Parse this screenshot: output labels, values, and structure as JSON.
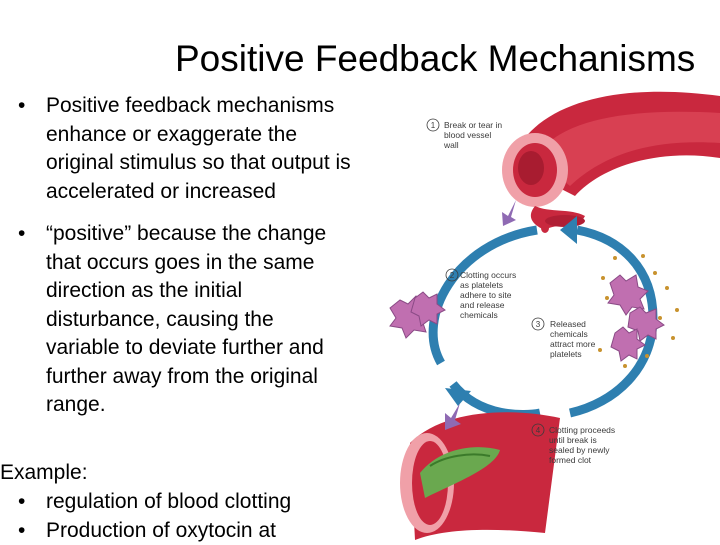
{
  "slide": {
    "title": "Positive Feedback Mechanisms",
    "bullets": [
      "Positive feedback mechanisms enhance or exaggerate the original stimulus so that output is accelerated or increased",
      "“positive” because the change that occurs goes in the same direction as the initial disturbance, causing the variable to deviate further and further away from the original range."
    ],
    "example_label": "Example:",
    "examples": [
      "regulation of blood clotting",
      "Production of oxytocin at"
    ]
  },
  "figure": {
    "steps": [
      {
        "num": "1",
        "lines": [
          "Break or tear in",
          "blood vessel",
          "wall"
        ]
      },
      {
        "num": "2",
        "lines": [
          "Clotting occurs",
          "as platelets",
          "adhere to site",
          "and release",
          "chemicals"
        ]
      },
      {
        "num": "3",
        "lines": [
          "Released",
          "chemicals",
          "attract more",
          "platelets"
        ]
      },
      {
        "num": "4",
        "lines": [
          "Clotting proceeds",
          "until break is",
          "sealed by newly",
          "formed clot"
        ]
      }
    ],
    "colors": {
      "vessel": "#c9283e",
      "vessel_light": "#f0a0a8",
      "cycle": "#2e7fb0",
      "platelet": "#c06fb0",
      "clot": "#6aa84f"
    }
  }
}
